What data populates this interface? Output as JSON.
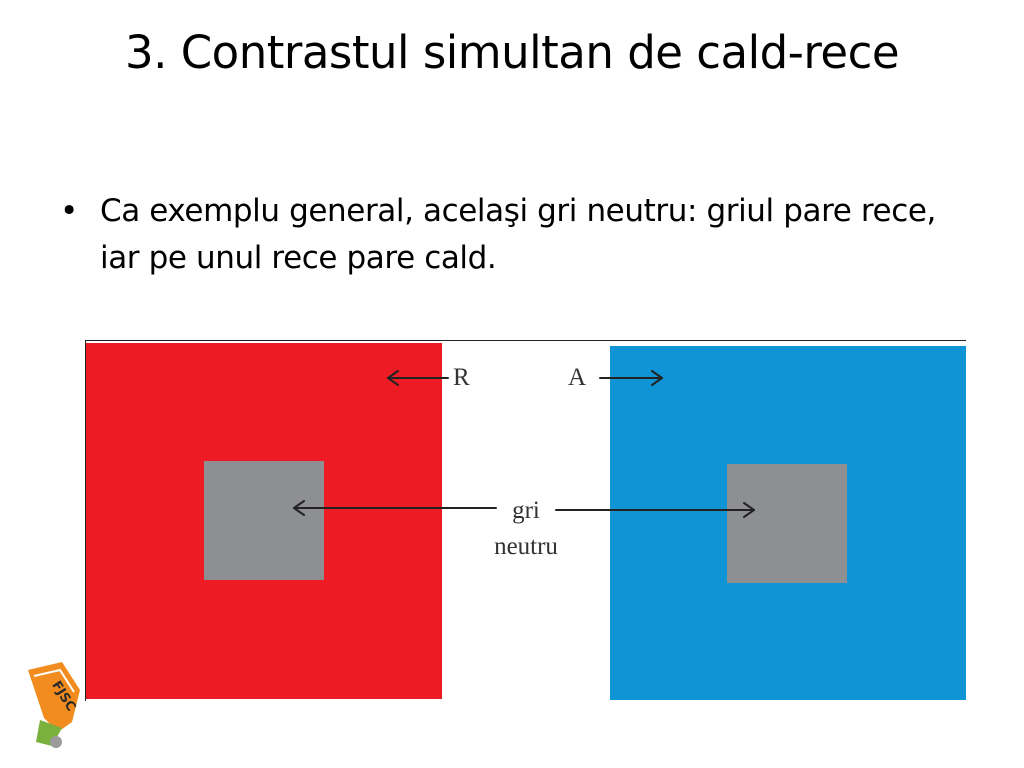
{
  "slide": {
    "title": "3. Contrastul simultan de cald-rece",
    "bullets": [
      {
        "mark": "•",
        "text": "Ca exemplu general, acelaşi gri neutru: griul pare rece, iar pe unul rece pare cald."
      }
    ]
  },
  "figure": {
    "label_red": "R",
    "label_blue": "A",
    "label_gray_line1": "gri",
    "label_gray_line2": "neutru",
    "colors": {
      "red": "#ed1c24",
      "blue": "#0f95d6",
      "gray": "#8e8f93"
    }
  },
  "logo": {
    "text": "FJSC",
    "icon": "fjsc-logo-icon",
    "colors": {
      "orange": "#f28c1e",
      "green": "#7ab03c",
      "dark": "#2b2b2b"
    }
  }
}
